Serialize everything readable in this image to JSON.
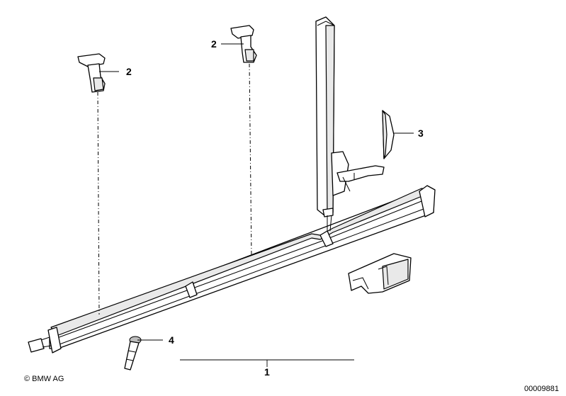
{
  "callouts": {
    "part_1": "1",
    "part_2_left": "2",
    "part_2_right": "2",
    "part_3": "3",
    "part_4": "4"
  },
  "footer": {
    "copyright": "© BMW AG",
    "diagram_number": "00009881"
  }
}
